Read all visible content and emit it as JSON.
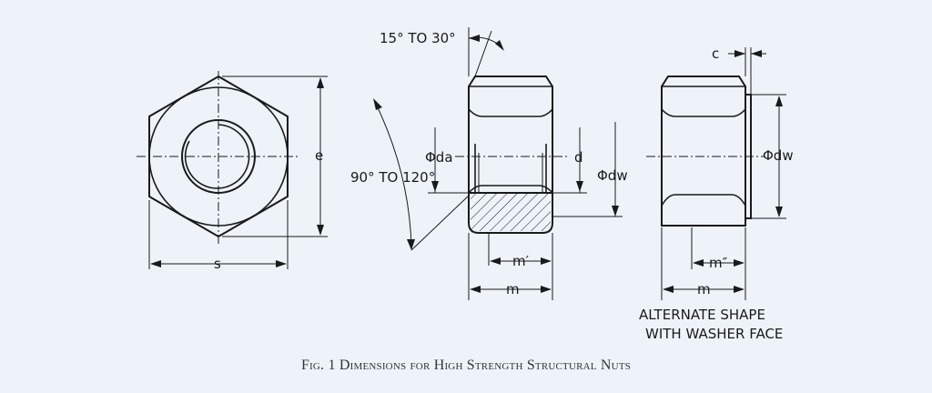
{
  "labels": {
    "angle_top": "15° TO 30°",
    "angle_side": "90° TO 120°",
    "e": "e",
    "s": "s",
    "da": "Φda",
    "d": "d",
    "dw_mid": "Φdw",
    "dw_right": "Φdw",
    "m_prime": "m′",
    "m_mid": "m",
    "c": "c",
    "m_double_prime": "m″",
    "m_right": "m"
  },
  "alternate": {
    "line1": "ALTERNATE SHAPE",
    "line2": "WITH WASHER FACE"
  },
  "caption": "Fig. 1  Dimensions for High Strength Structural Nuts"
}
